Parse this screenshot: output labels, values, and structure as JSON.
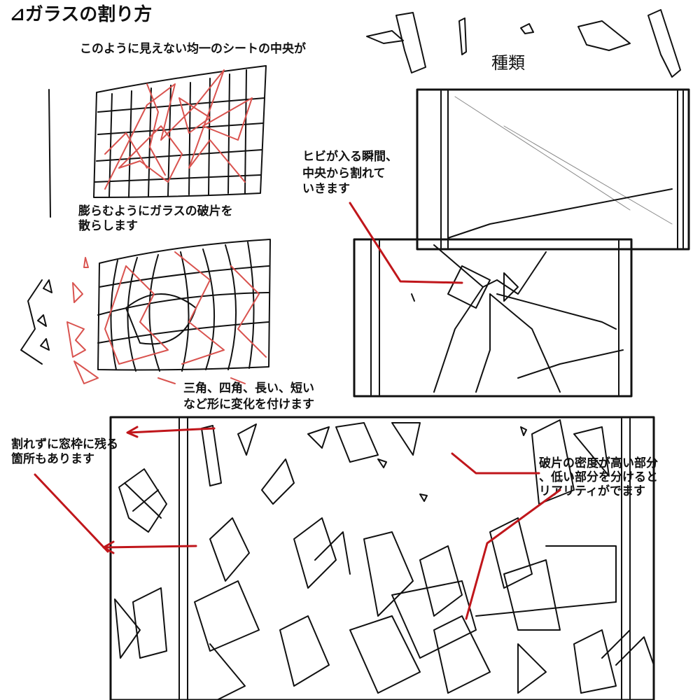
{
  "title": "⊿ガラスの割り方",
  "types_label": "種類",
  "notes": {
    "sheet_intro": "このように見えない均一のシートの中央が",
    "scatter": [
      "膨らむようにガラスの破片を",
      "散らします"
    ],
    "crack": [
      "ヒビが入る瞬間、",
      "中央から割れて",
      "いきます"
    ],
    "shapes": [
      "三角、四角、長い、短い",
      "など形に変化を付けます"
    ],
    "frame_remain": [
      "割れずに窓枠に残る",
      "箇所もあります"
    ],
    "density": [
      "破片の密度が高い部分",
      "、低い部分を分けると",
      "リアリティがでます"
    ]
  },
  "colors": {
    "ink": "#111111",
    "red_sketch": "#d9534f",
    "red_arrow": "#c0161b"
  }
}
